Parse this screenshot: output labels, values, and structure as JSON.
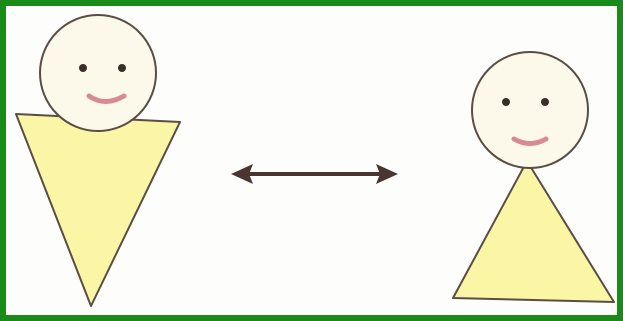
{
  "colors": {
    "frame_border": "#1a8a1a",
    "background": "#fdfdfc",
    "head_fill": "#fcf9ea",
    "body_fill": "#fbf5a6",
    "outline": "#5a4d43",
    "eye": "#3b2f2a",
    "smile": "#d78a92",
    "arrow": "#4a3530"
  },
  "figures": [
    {
      "name": "left-figure",
      "body_shape": "inverted-triangle",
      "expression": "smile"
    },
    {
      "name": "right-figure",
      "body_shape": "upright-triangle",
      "expression": "smile"
    }
  ],
  "connector": {
    "type": "double-headed-arrow"
  }
}
